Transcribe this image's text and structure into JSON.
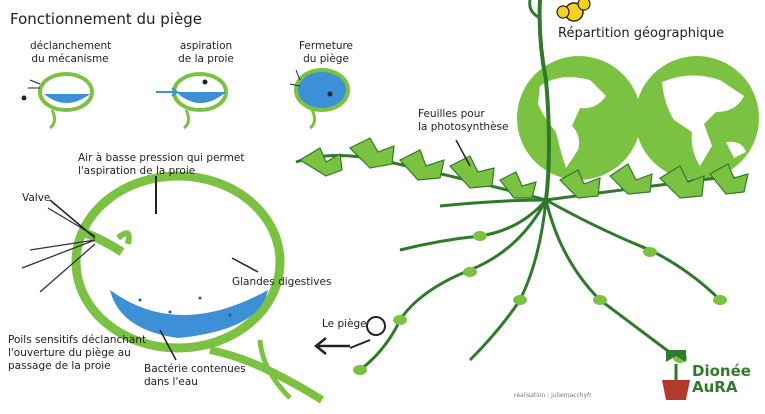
{
  "title": "Fonctionnement du piège",
  "steps": [
    {
      "line1": "déclanchement",
      "line2": "du mécanisme"
    },
    {
      "line1": "aspiration",
      "line2": "de la proie"
    },
    {
      "line1": "Fermeture",
      "line2": "du piège"
    }
  ],
  "diagram_labels": {
    "air_line1": "Air à basse pression qui permet",
    "air_line2": "l'aspiration de la proie",
    "valve": "Valve",
    "glandes": "Glandes digestives",
    "poils_line1": "Poils sensitifs déclanchant",
    "poils_line2": "l'ouverture du piège au",
    "poils_line3": "passage de la proie",
    "bacterie_line1": "Bactérie contenues",
    "bacterie_line2": "dans l'eau"
  },
  "plant_labels": {
    "feuilles_line1": "Feuilles pour",
    "feuilles_line2": "la photosynthèse",
    "piege": "Le piège"
  },
  "map": {
    "title": "Répartition géographique"
  },
  "credit": "réalisation : juliemacchyfr",
  "logo": {
    "line1": "Dionée",
    "line2": "AuRA"
  },
  "colors": {
    "green": "#7cc242",
    "dark_green": "#2f7a2a",
    "water": "#3d8fd6",
    "flower": "#f4d21f"
  }
}
